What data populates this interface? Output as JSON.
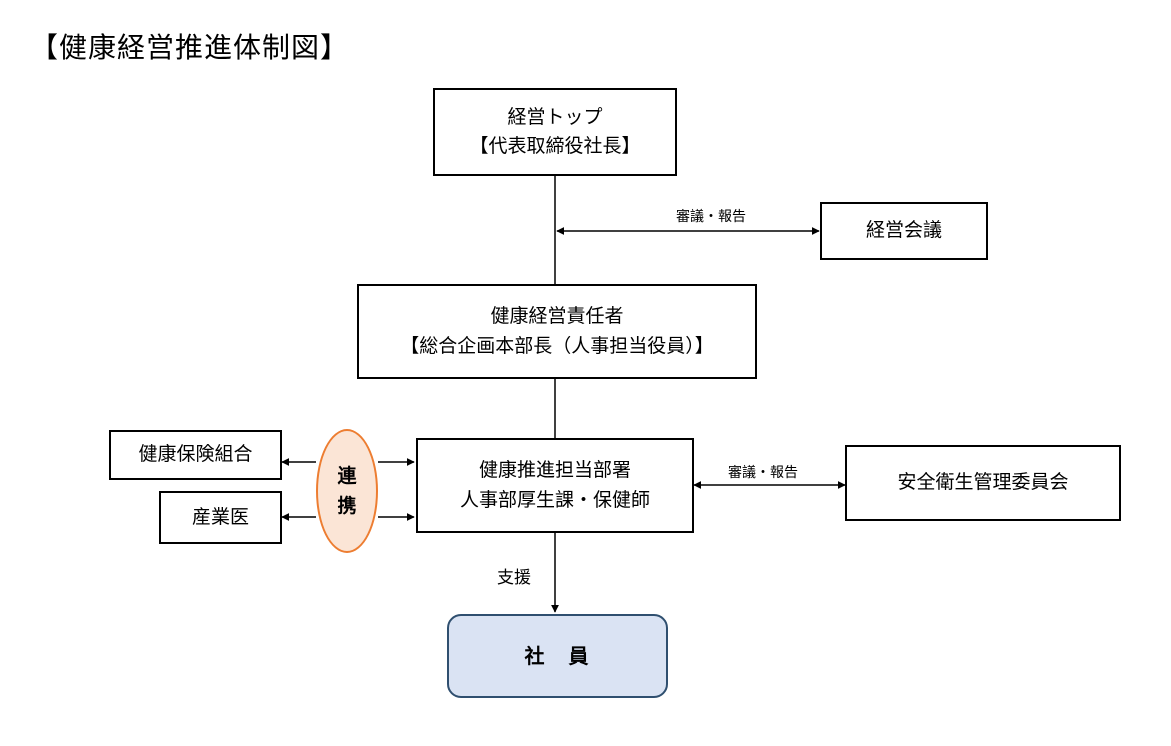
{
  "title": "【健康経営推進体制図】",
  "nodes": {
    "top": {
      "line1": "経営トップ",
      "line2": "【代表取締役社長】"
    },
    "meeting": {
      "label": "経営会議"
    },
    "officer": {
      "line1": "健康経営責任者",
      "line2": "【総合企画本部長（人事担当役員）】"
    },
    "dept": {
      "line1": "健康推進担当部署",
      "line2": "人事部厚生課・保健師"
    },
    "insurance": {
      "label": "健康保険組合"
    },
    "doctor": {
      "label": "産業医"
    },
    "committee": {
      "label": "安全衛生管理委員会"
    },
    "employees": {
      "label": "社　員"
    },
    "cooperation": {
      "line1": "連",
      "line2": "携"
    }
  },
  "edge_labels": {
    "top_meeting": "審議・報告",
    "dept_committee": "審議・報告",
    "support": "支援"
  },
  "colors": {
    "line": "#000000",
    "ellipse_fill": "#fbe5d6",
    "ellipse_border": "#ed7d31",
    "employees_fill": "#dae3f3",
    "employees_border": "#2f4f6f"
  }
}
